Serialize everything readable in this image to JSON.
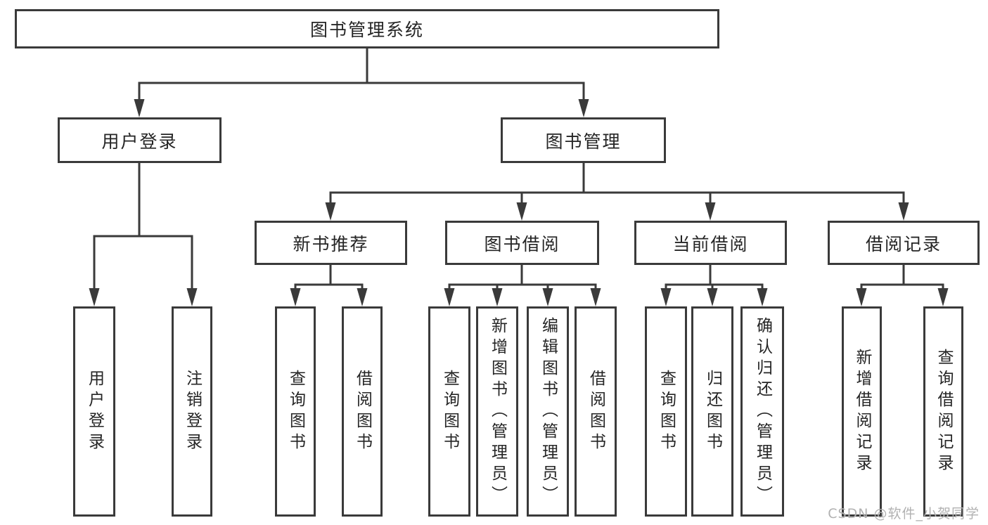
{
  "diagram": {
    "root": {
      "label": "图书管理系统"
    },
    "level2": {
      "user_login": {
        "label": "用户登录"
      },
      "book_management": {
        "label": "图书管理"
      }
    },
    "level3": {
      "new_book_recommend": {
        "label": "新书推荐"
      },
      "book_borrow": {
        "label": "图书借阅"
      },
      "current_borrow": {
        "label": "当前借阅"
      },
      "borrow_records": {
        "label": "借阅记录"
      }
    },
    "leaves": {
      "user_login_login": {
        "label": "用户登录"
      },
      "user_login_logout": {
        "label": "注销登录"
      },
      "rec_query_books": {
        "label": "查询图书"
      },
      "rec_borrow_books": {
        "label": "借阅图书"
      },
      "borrow_query_books": {
        "label": "查询图书"
      },
      "borrow_add_books": {
        "label": "新增图书（管理员）"
      },
      "borrow_edit_books": {
        "label": "编辑图书（管理员）"
      },
      "borrow_borrow_books": {
        "label": "借阅图书"
      },
      "current_query_books": {
        "label": "查询图书"
      },
      "current_return_books": {
        "label": "归还图书"
      },
      "current_confirm_return": {
        "label": "确认归还（管理员）"
      },
      "records_add_record": {
        "label": "新增借阅记录"
      },
      "records_query_record": {
        "label": "查询借阅记录"
      }
    },
    "watermark": "CSDN @软件_小贺同学",
    "line_color": "#3a3a3a"
  }
}
